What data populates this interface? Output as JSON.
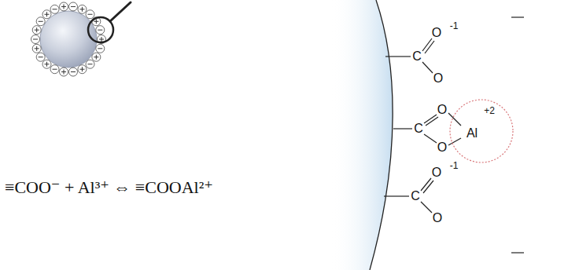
{
  "diagram": {
    "nodes": [
      {
        "text": [
          "+2",
          "Al"
        ]
      }
    ],
    "labels": [
      "≡COO⁻ + Al³⁺ ⇔ ≡COOAl²⁺",
      "O",
      "-1",
      "C",
      "O",
      "O",
      "C",
      "O",
      "O",
      "-1",
      "C",
      "O"
    ]
  }
}
